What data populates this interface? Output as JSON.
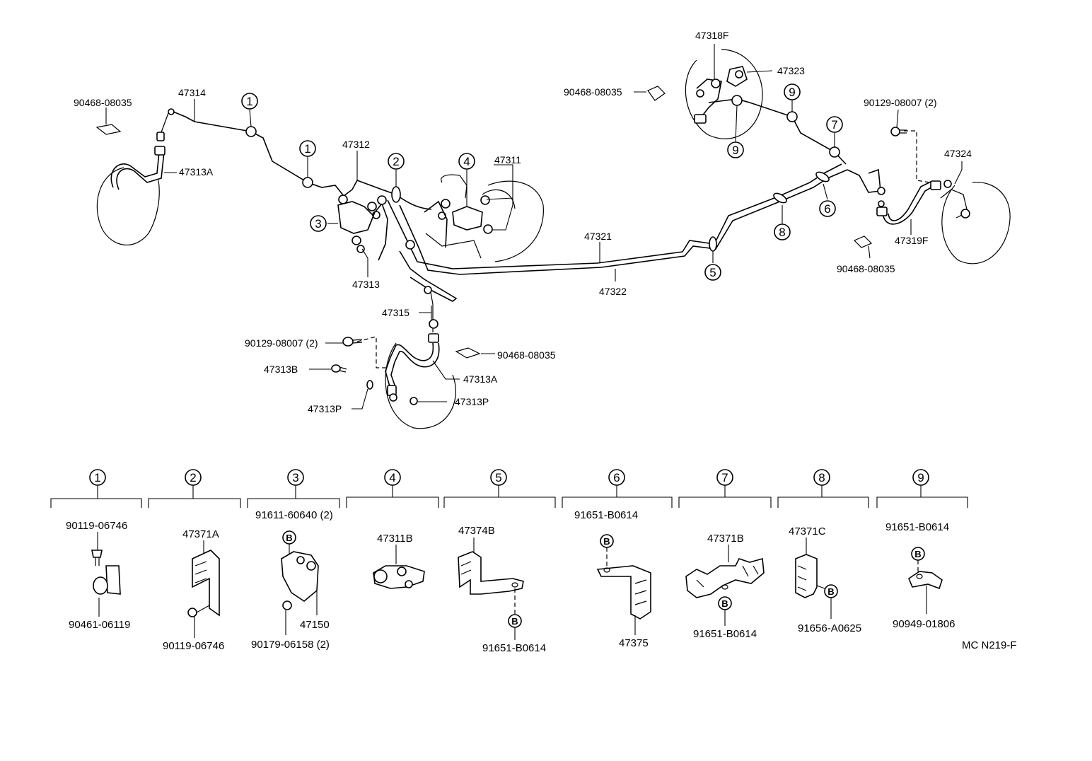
{
  "diagram_code": "MC N219-F",
  "top_labels": {
    "p90468_08035_left": "90468-08035",
    "p47314": "47314",
    "p47313A_left": "47313A",
    "p47312": "47312",
    "p47311": "47311",
    "p47313": "47313",
    "p47321": "47321",
    "p47322": "47322",
    "p47315": "47315",
    "p90129_08007_left": "90129-08007 (2)",
    "p90468_08035_mid": "90468-08035",
    "p47313B": "47313B",
    "p47313A_mid": "47313A",
    "p47313P_left": "47313P",
    "p47313P_right": "47313P",
    "p47318F": "47318F",
    "p47323": "47323",
    "p90468_08035_right": "90468-08035",
    "p90129_08007_right": "90129-08007 (2)",
    "p47324": "47324",
    "p47319F": "47319F",
    "p90468_08035_bottom_right": "90468-08035"
  },
  "markers": {
    "m1a": "1",
    "m1b": "1",
    "m2": "2",
    "m3": "3",
    "m4": "4",
    "m5": "5",
    "m6": "6",
    "m7": "7",
    "m8": "8",
    "m9a": "9",
    "m9b": "9"
  },
  "detail_groups": [
    {
      "num": "1",
      "labels": [
        "90119-06746",
        "90461-06119"
      ]
    },
    {
      "num": "2",
      "labels": [
        "47371A",
        "90119-06746"
      ]
    },
    {
      "num": "3",
      "labels": [
        "91611-60640 (2)",
        "47150",
        "90179-06158 (2)"
      ],
      "badge": "B"
    },
    {
      "num": "4",
      "labels": [
        "47311B"
      ]
    },
    {
      "num": "5",
      "labels": [
        "47374B",
        "91651-B0614"
      ],
      "badge": "B"
    },
    {
      "num": "6",
      "labels": [
        "91651-B0614",
        "47375"
      ],
      "badge": "B"
    },
    {
      "num": "7",
      "labels": [
        "47371B",
        "91651-B0614"
      ],
      "badge": "B"
    },
    {
      "num": "8",
      "labels": [
        "47371C",
        "91656-A0625"
      ],
      "badge": "B"
    },
    {
      "num": "9",
      "labels": [
        "91651-B0614",
        "90949-01806"
      ],
      "badge": "B"
    }
  ]
}
